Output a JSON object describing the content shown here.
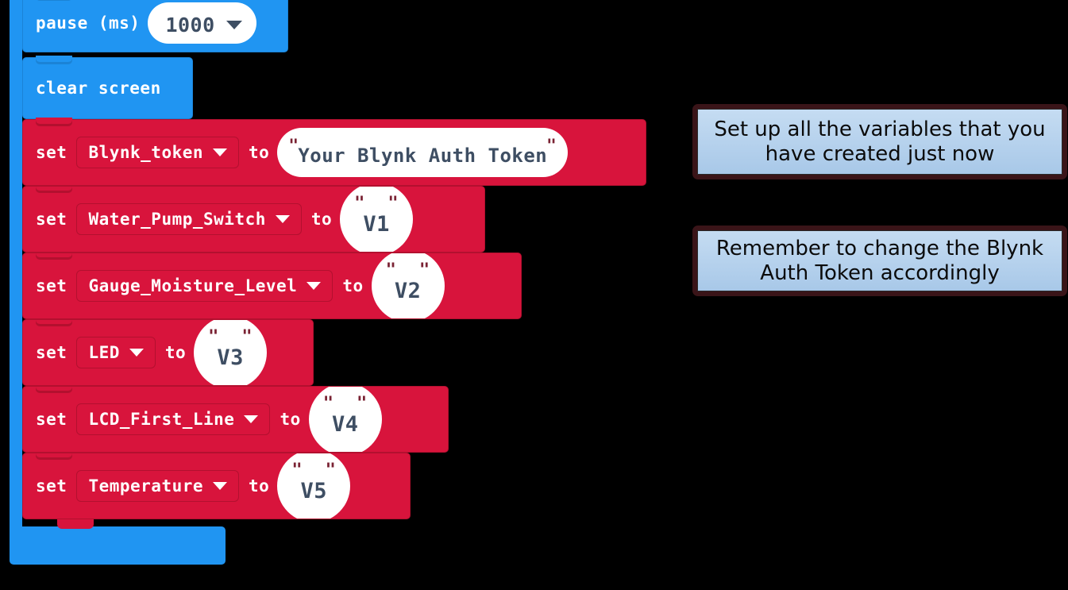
{
  "editor": {
    "name": "makecode-blocks-editor",
    "colors": {
      "blue_block": "#2095F2",
      "red_block": "#D8143C",
      "green_block": "#28A05B",
      "field_white": "#FFFFFF",
      "field_text": "#3E4E63",
      "note_fill": "#A8C8E8",
      "note_border": "#3A1418",
      "canvas": "#000000"
    }
  },
  "blocks": {
    "pause": {
      "label": "pause (ms)",
      "value": "1000",
      "caret": "chevron-down-icon"
    },
    "clear_screen": {
      "label": "clear screen"
    },
    "set_rows": [
      {
        "set_label": "set",
        "variable": "Blynk_token",
        "to_label": "to",
        "value": "Your Blynk Auth Token",
        "quote_left": "\"",
        "quote_right": "\"",
        "field_shape": "pill"
      },
      {
        "set_label": "set",
        "variable": "Water_Pump_Switch",
        "to_label": "to",
        "value": "V1",
        "quote_left": "\"",
        "quote_right": "\"",
        "field_shape": "round"
      },
      {
        "set_label": "set",
        "variable": "Gauge_Moisture_Level",
        "to_label": "to",
        "value": "V2",
        "quote_left": "\"",
        "quote_right": "\"",
        "field_shape": "round"
      },
      {
        "set_label": "set",
        "variable": "LED",
        "to_label": "to",
        "value": "V3",
        "quote_left": "\"",
        "quote_right": "\"",
        "field_shape": "round"
      },
      {
        "set_label": "set",
        "variable": "LCD_First_Line",
        "to_label": "to",
        "value": "V4",
        "quote_left": "\"",
        "quote_right": "\"",
        "field_shape": "round"
      },
      {
        "set_label": "set",
        "variable": "Temperature",
        "to_label": "to",
        "value": "V5",
        "quote_left": "\"",
        "quote_right": "\"",
        "field_shape": "round"
      }
    ]
  },
  "annotations": [
    {
      "text": "Set up all the variables that you have created just now"
    },
    {
      "text": "Remember to change the Blynk Auth Token accordingly"
    }
  ]
}
